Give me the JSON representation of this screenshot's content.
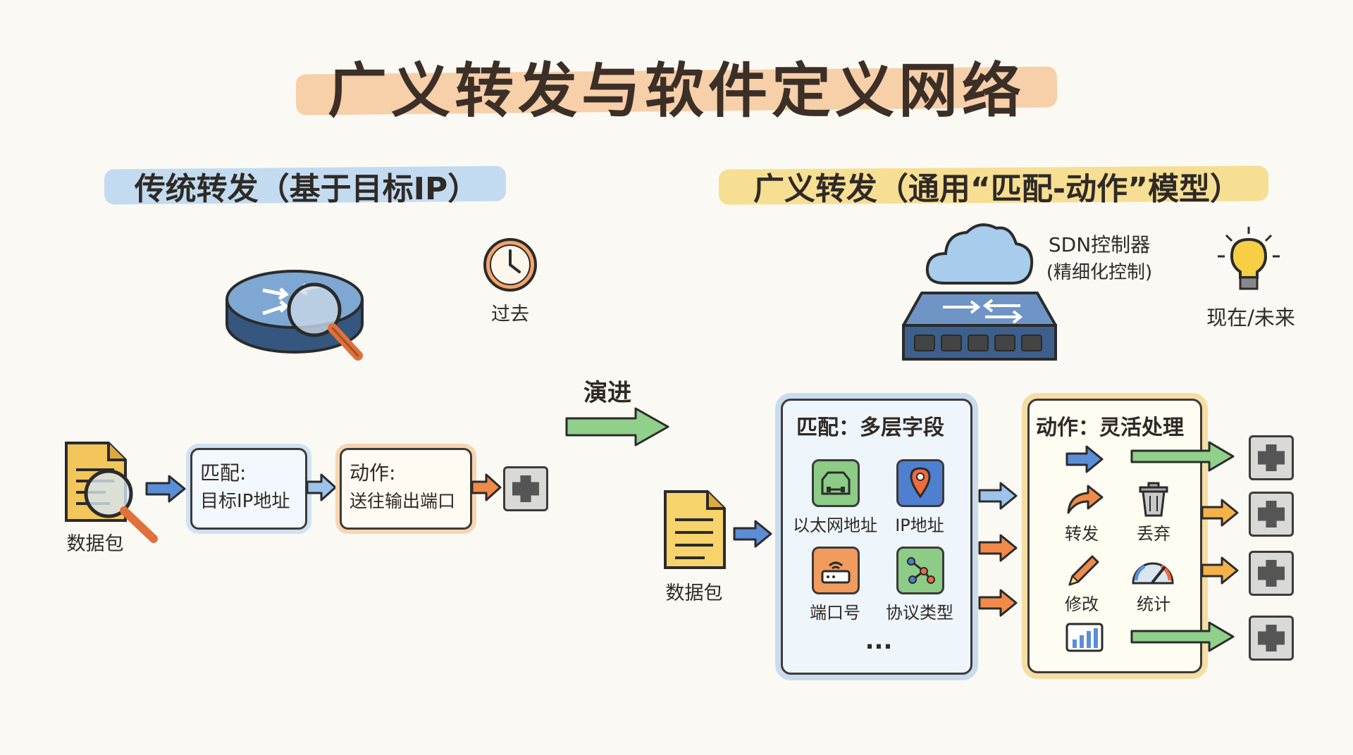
{
  "title": "广义转发与软件定义网络",
  "left": {
    "heading": "传统转发（基于目标IP）",
    "past_label": "过去",
    "packet_label": "数据包",
    "match_box": {
      "line1": "匹配:",
      "line2": "目标IP地址"
    },
    "action_box": {
      "line1": "动作:",
      "line2": "送往输出端口"
    }
  },
  "evolution_label": "演进",
  "right": {
    "heading": "广义转发（通用“匹配-动作”模型）",
    "controller": {
      "line1": "SDN控制器",
      "line2": "(精细化控制)"
    },
    "now_label": "现在/未来",
    "packet_label": "数据包",
    "match_panel": {
      "title": "匹配：多层字段",
      "fields": [
        "以太网地址",
        "IP地址",
        "端口号",
        "协议类型"
      ],
      "more": "..."
    },
    "action_panel": {
      "title": "动作：灵活处理",
      "actions": [
        "转发",
        "丢弃",
        "修改",
        "统计"
      ]
    }
  },
  "colors": {
    "blue_arrow": "#5b8ed6",
    "orange_arrow": "#f08a4b",
    "green_arrow": "#7cc27a",
    "title_highlight": "#f6c89a",
    "left_highlight": "#bcd7ef",
    "right_highlight": "#f6dc8d"
  },
  "icons": [
    "router-magnifier-icon",
    "clock-icon",
    "cloud-icon",
    "switch-icon",
    "lightbulb-icon",
    "document-icon",
    "ethernet-port-icon",
    "ethernet-icon",
    "location-pin-icon",
    "router-icon",
    "network-graph-icon",
    "arrow-right-icon",
    "share-arrow-icon",
    "trash-icon",
    "pencil-icon",
    "gauge-icon",
    "bar-chart-icon"
  ]
}
